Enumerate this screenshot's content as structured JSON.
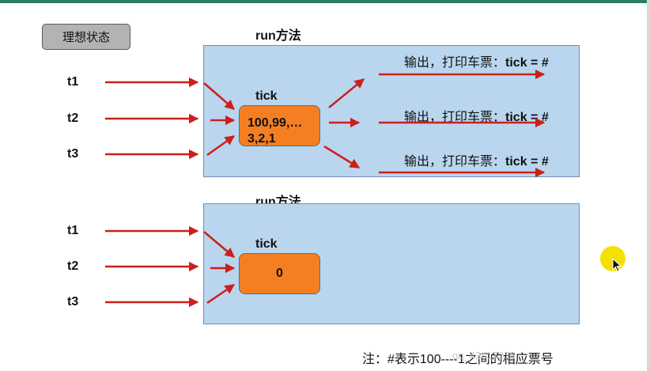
{
  "title_label": "理想状态",
  "top_section": {
    "run_label": "run方法",
    "threads": [
      "t1",
      "t2",
      "t3"
    ],
    "tick_label": "tick",
    "tick_value_line1": "100,99,…",
    "tick_value_line2": "3,2,1",
    "output_prefix": "输出，打印车票：",
    "output_suffix": "tick = #"
  },
  "bottom_section": {
    "run_label": "run方法",
    "threads": [
      "t1",
      "t2",
      "t3"
    ],
    "tick_label": "tick",
    "tick_value": "0"
  },
  "note": "注：#表示100----1之间的相应票号",
  "watermark": "qq_43417276",
  "colors": {
    "panel": "#b9d6ee",
    "tick_box": "#f47f23",
    "arrow": "#cc1f1a",
    "cursor": "#f5e100"
  }
}
